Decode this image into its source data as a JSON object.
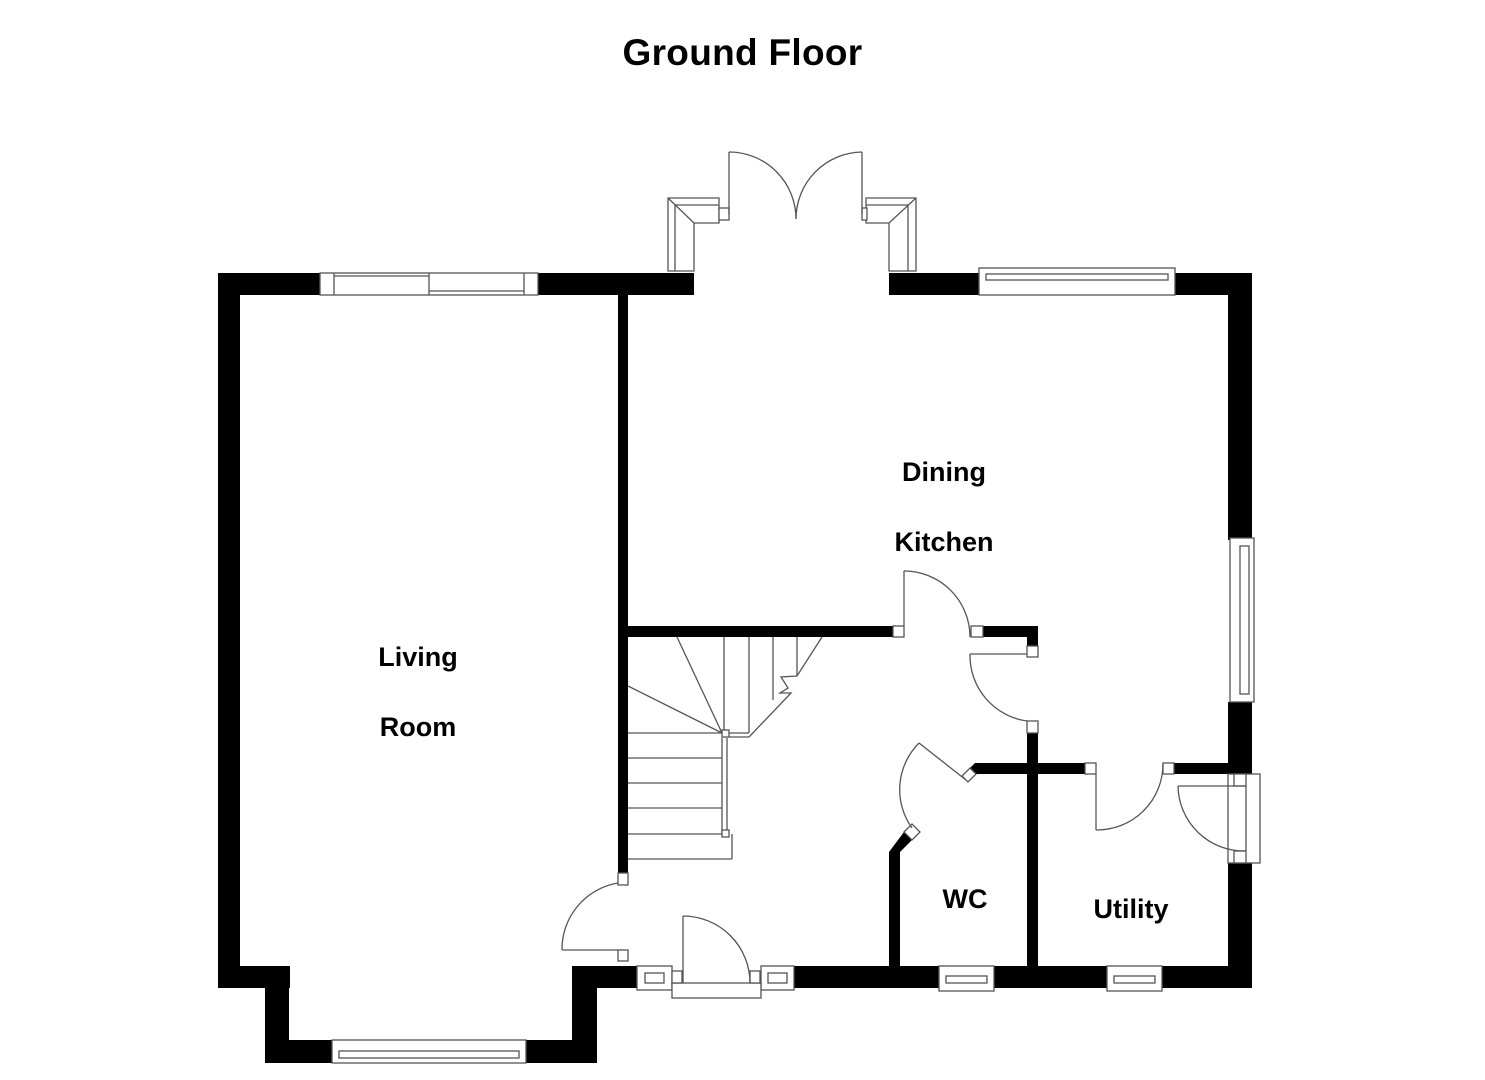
{
  "title": "Ground Floor",
  "colors": {
    "wall": "#000000",
    "background": "#ffffff",
    "fixture_line": "#555555"
  },
  "rooms": [
    {
      "id": "living-room",
      "label": "Living\nRoom",
      "line1": "Living",
      "line2": "Room"
    },
    {
      "id": "dining-kitchen",
      "label": "Dining\nKitchen",
      "line1": "Dining",
      "line2": "Kitchen"
    },
    {
      "id": "wc",
      "label": "WC"
    },
    {
      "id": "utility",
      "label": "Utility"
    }
  ]
}
